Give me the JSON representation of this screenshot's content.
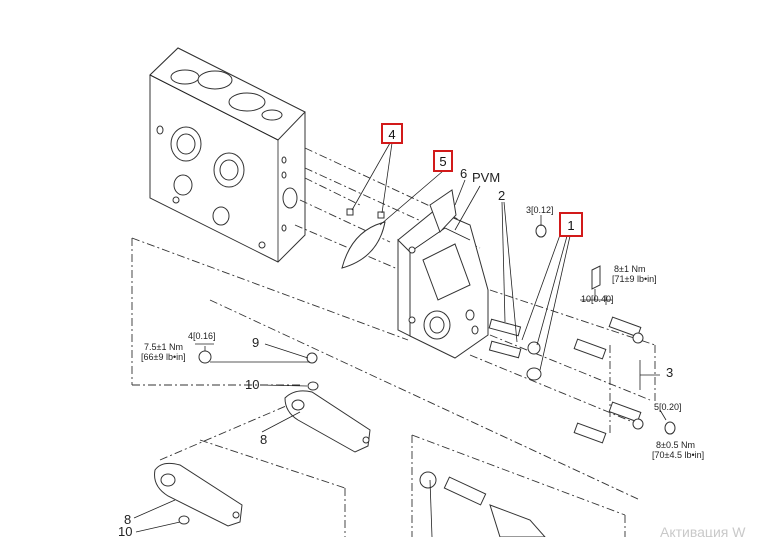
{
  "callouts": [
    "4",
    "5",
    "1"
  ],
  "labels": {
    "part_6": "6",
    "pvm": "PVM",
    "part_2": "2",
    "dim_3": "3[0.12]",
    "torque_8": "8±1 Nm",
    "torque_8_imp": "[71±9 lb•in]",
    "dim_10": "10[0.40]",
    "dim_4": "4[0.16]",
    "torque_75": "7.5±1 Nm",
    "torque_75_imp": "[66±9 lb•in]",
    "part_9": "9",
    "part_10a": "10",
    "part_8a": "8",
    "part_3": "3",
    "dim_5": "5[0.20]",
    "torque_8b": "8±0.5 Nm",
    "torque_8b_imp": "[70±4.5 lb•in]",
    "part_8b": "8",
    "part_10b": "10"
  },
  "watermark": "Активация W"
}
